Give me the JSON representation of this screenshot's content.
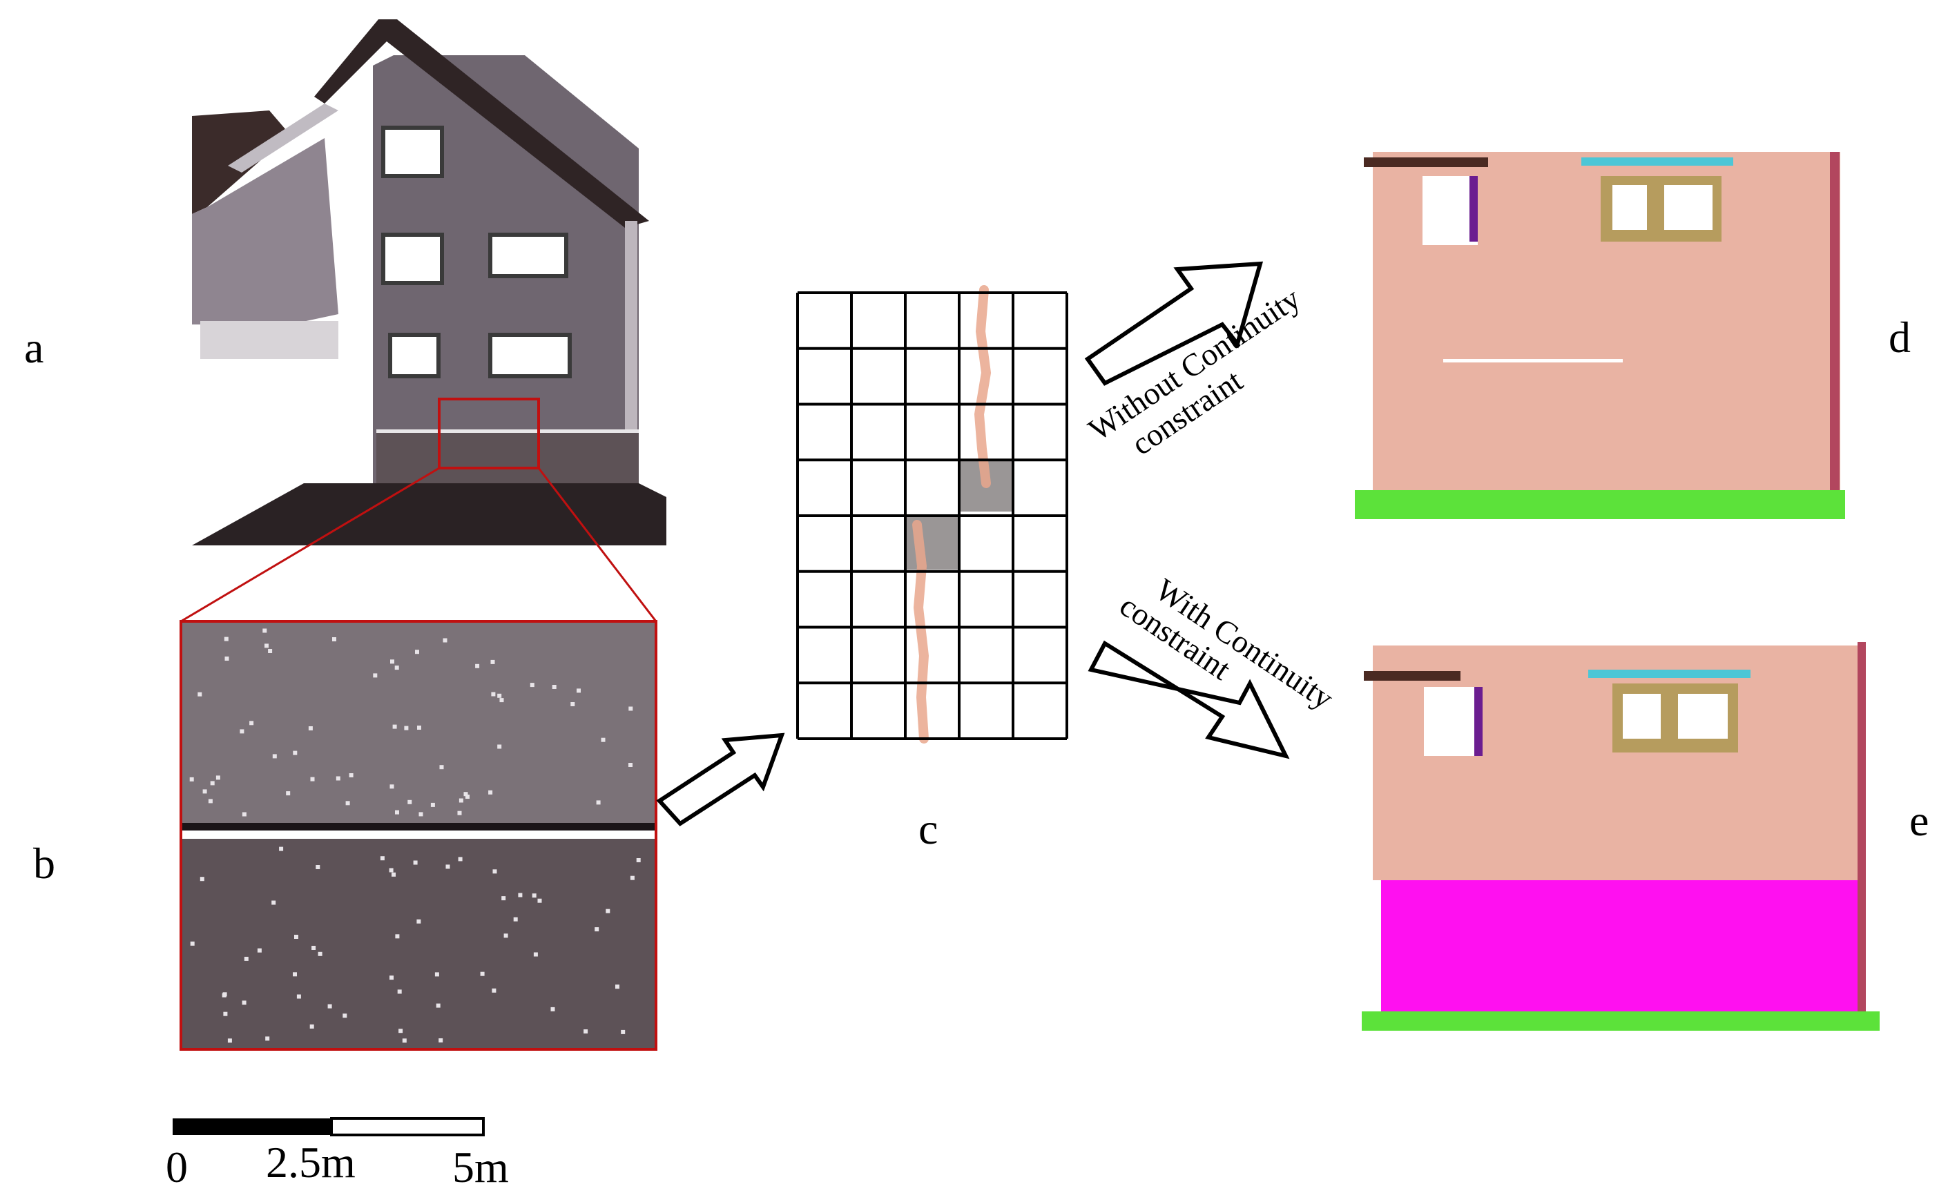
{
  "panels": {
    "a": "a",
    "b": "b",
    "c": "c",
    "d": "d",
    "e": "e"
  },
  "arrows": {
    "without_line1": "Without Continuity",
    "without_line2": "constraint",
    "with_line1": "With Continuity",
    "with_line2": "constraint"
  },
  "scale_bar": {
    "label_0": "0",
    "label_mid": "2.5m",
    "label_end": "5m"
  },
  "colors": {
    "wall": "#E9B3A3",
    "ground": "#5CE23A",
    "plinth": "#FF10F0",
    "pipe": "#B2465E",
    "roof_edge": "#4A2A22",
    "window_frame": "#B69C5E",
    "window_top": "#4CC6D6",
    "window_purple": "#6B1D90",
    "highlight_box": "#C01010",
    "grid_trace": "#E9A78D"
  }
}
